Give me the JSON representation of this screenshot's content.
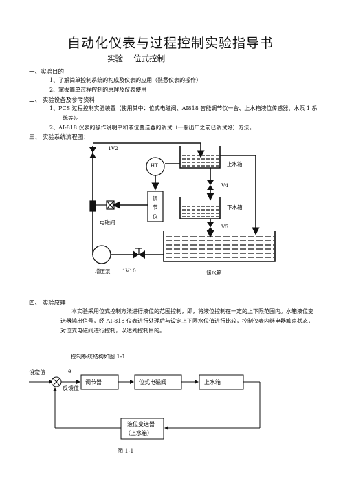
{
  "doc": {
    "title": "自动化仪表与过程控制实验指导书",
    "subtitle": "实验一   位式控制"
  },
  "sec1": {
    "heading": "一、实验目的",
    "items": [
      "1、了解简单控制系统的构成及仪表的应用（熟悉仪表的操作）",
      "2、掌握简单过程控制的原理及仪表使用"
    ]
  },
  "sec2": {
    "heading": "二、  实验设备及参考资料",
    "item1_line1": "1、PCS 过程控制实验装置（使用其中：位式电磁阀、AI818 智能调节仪一台、上水箱液位传感器、水泵 1 系",
    "item1_line2": "统等）。",
    "item2": "2、AI-818 仪表的操作说明书和液位变送器的调试（一般出厂之前已调试好）方法。"
  },
  "sec3": {
    "heading": "三、  实验系统流程图："
  },
  "flow": {
    "valve_1v2": "1V2",
    "ht": "HT",
    "upper_tank": "上水箱",
    "v4": "V4",
    "lower_tank": "下水箱",
    "controller_chars": [
      "调",
      "节",
      "仪"
    ],
    "solenoid": "电磁阀",
    "v5": "V5",
    "pump": "增压泵",
    "valve_1v10": "1V10",
    "storage_tank": "储水箱"
  },
  "sec4": {
    "heading": "四、  实验原理",
    "lines": [
      "本实验采用位式控制方法进行液位的范围控制，即，将液位控制在一定的上下限范围内。水箱液位变",
      "送器输出信号，经 AI-818 仪表进行处理后与设定上下限水位值进行比较，控制仪表内继电器触点状态，",
      "对位式电磁阀进行控制，以达到控制目的。"
    ]
  },
  "block": {
    "caption_top": "控制系统结构如图 1-1",
    "setpoint": "设定值",
    "error": "e",
    "feedback": "反馈值",
    "controller": "调节器",
    "valve": "位式电磁阀",
    "tank": "上水箱",
    "transmitter_l1": "液位变送器",
    "transmitter_l2": "（上水箱）",
    "fig": "图 1-1"
  }
}
